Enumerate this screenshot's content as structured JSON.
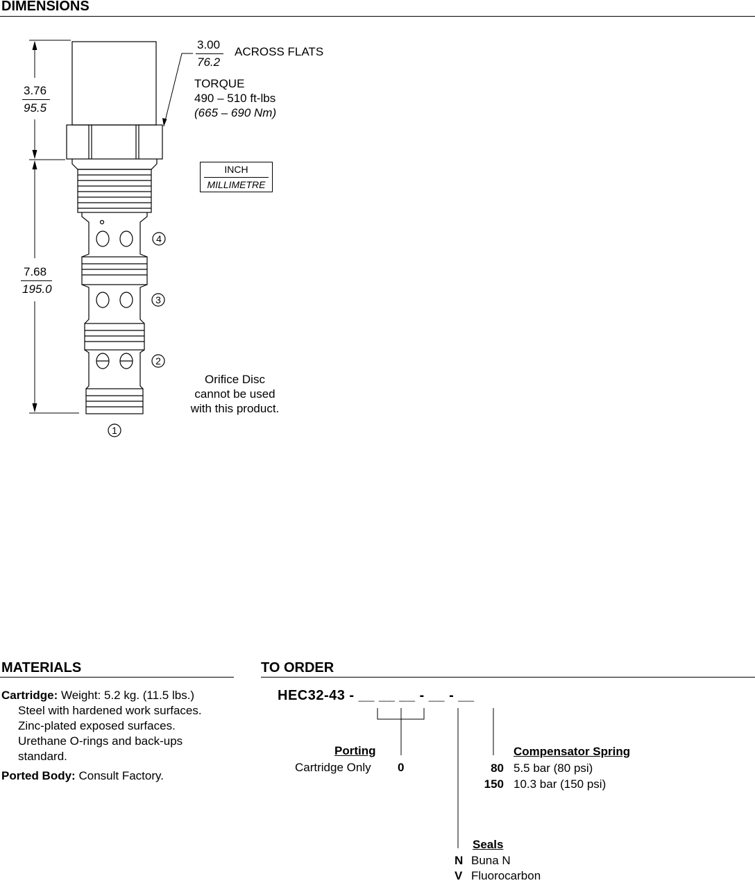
{
  "dimensions": {
    "heading": "DIMENSIONS",
    "dim_top_in": "3.76",
    "dim_top_mm": "95.5",
    "dim_bottom_in": "7.68",
    "dim_bottom_mm": "195.0",
    "flats_in": "3.00",
    "flats_mm": "76.2",
    "flats_label": "ACROSS FLATS",
    "torque_label": "TORQUE",
    "torque_ftlbs": "490 – 510 ft-lbs",
    "torque_nm": "(665 – 690 Nm)",
    "units_inch": "INCH",
    "units_mm": "MILLIMETRE",
    "ports": [
      "1",
      "2",
      "3",
      "4"
    ],
    "orifice_note": [
      "Orifice Disc",
      "cannot be used",
      "with this product."
    ]
  },
  "materials": {
    "heading": "MATERIALS",
    "cartridge_label": "Cartridge:",
    "cartridge_weight": " Weight: 5.2 kg. (11.5 lbs.)",
    "cartridge_lines": [
      "Steel with hardened work surfaces.",
      "Zinc-plated exposed surfaces.",
      "Urethane O-rings and back-ups",
      "standard."
    ],
    "ported_label": "Ported Body:",
    "ported_value": " Consult Factory."
  },
  "order": {
    "heading": "TO ORDER",
    "code": "HEC32-43 - __ __ __ - __ - __",
    "porting": {
      "title": "Porting",
      "label": "Cartridge Only",
      "code": "0"
    },
    "compensator": {
      "title": "Compensator Spring",
      "options": [
        {
          "code": "80",
          "desc": "5.5 bar (80 psi)"
        },
        {
          "code": "150",
          "desc": "10.3 bar (150 psi)"
        }
      ]
    },
    "seals": {
      "title": "Seals",
      "options": [
        {
          "code": "N",
          "desc": "Buna N"
        },
        {
          "code": "V",
          "desc": "Fluorocarbon"
        }
      ]
    }
  }
}
